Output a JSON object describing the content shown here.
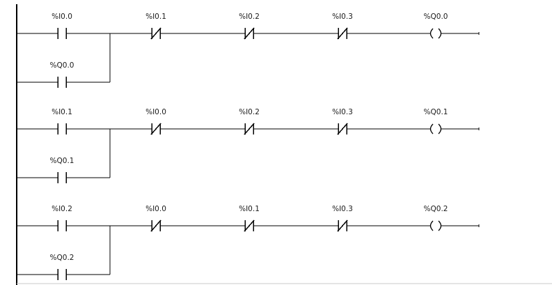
{
  "rungs": [
    {
      "main_contact": "%I0.0",
      "seal_contact": "%Q0.0",
      "nc_contacts": [
        "%I0.1",
        "%I0.2",
        "%I0.3"
      ],
      "coil": "%Q0.0"
    },
    {
      "main_contact": "%I0.1",
      "seal_contact": "%Q0.1",
      "nc_contacts": [
        "%I0.0",
        "%I0.2",
        "%I0.3"
      ],
      "coil": "%Q0.1"
    },
    {
      "main_contact": "%I0.2",
      "seal_contact": "%Q0.2",
      "nc_contacts": [
        "%I0.0",
        "%I0.1",
        "%I0.3"
      ],
      "coil": "%Q0.2"
    }
  ]
}
